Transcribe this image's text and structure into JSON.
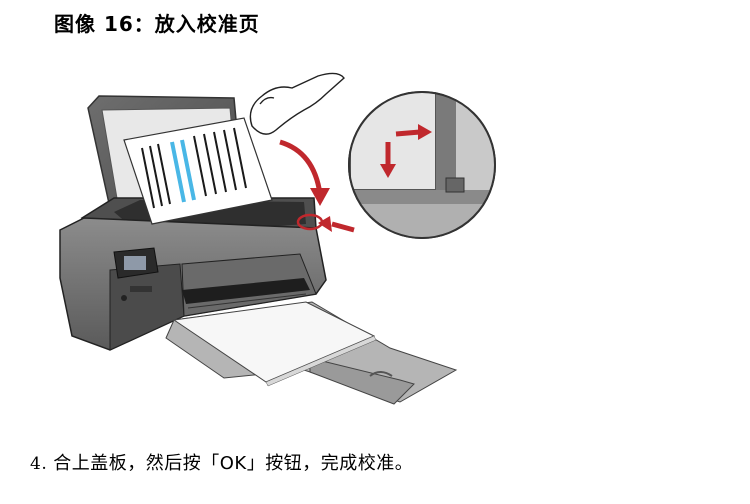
{
  "figure": {
    "title": "图像 16：放入校准页"
  },
  "instruction": {
    "number": "4.",
    "text": "合上盖板，然后按「OK」按钮，完成校准。"
  }
}
